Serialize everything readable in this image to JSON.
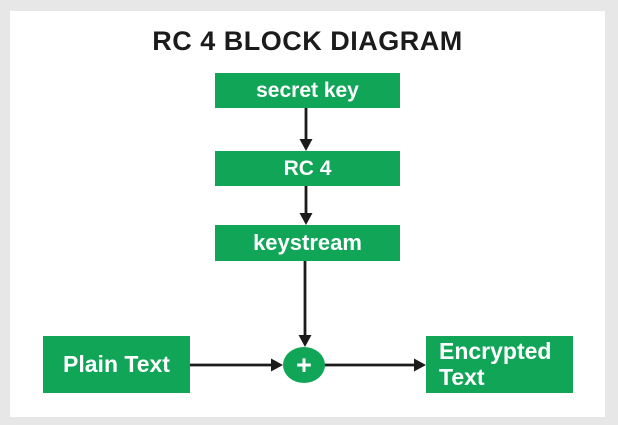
{
  "colors": {
    "page_bg": "#e7e7e7",
    "panel_bg": "#ffffff",
    "node_green": "#11a558",
    "node_text": "#ffffff",
    "ink": "#1b1b1b"
  },
  "diagram": {
    "title": "RC 4 BLOCK DIAGRAM",
    "nodes": {
      "secret_key": "secret key",
      "rc4": "RC 4",
      "keystream": "keystream",
      "plain_text": "Plain Text",
      "encrypted_text": "Encrypted Text",
      "xor_operator": "+"
    },
    "edges": [
      "secret key -> RC 4",
      "RC 4 -> keystream",
      "keystream -> xor",
      "Plain Text -> xor",
      "xor -> Encrypted Text"
    ]
  }
}
